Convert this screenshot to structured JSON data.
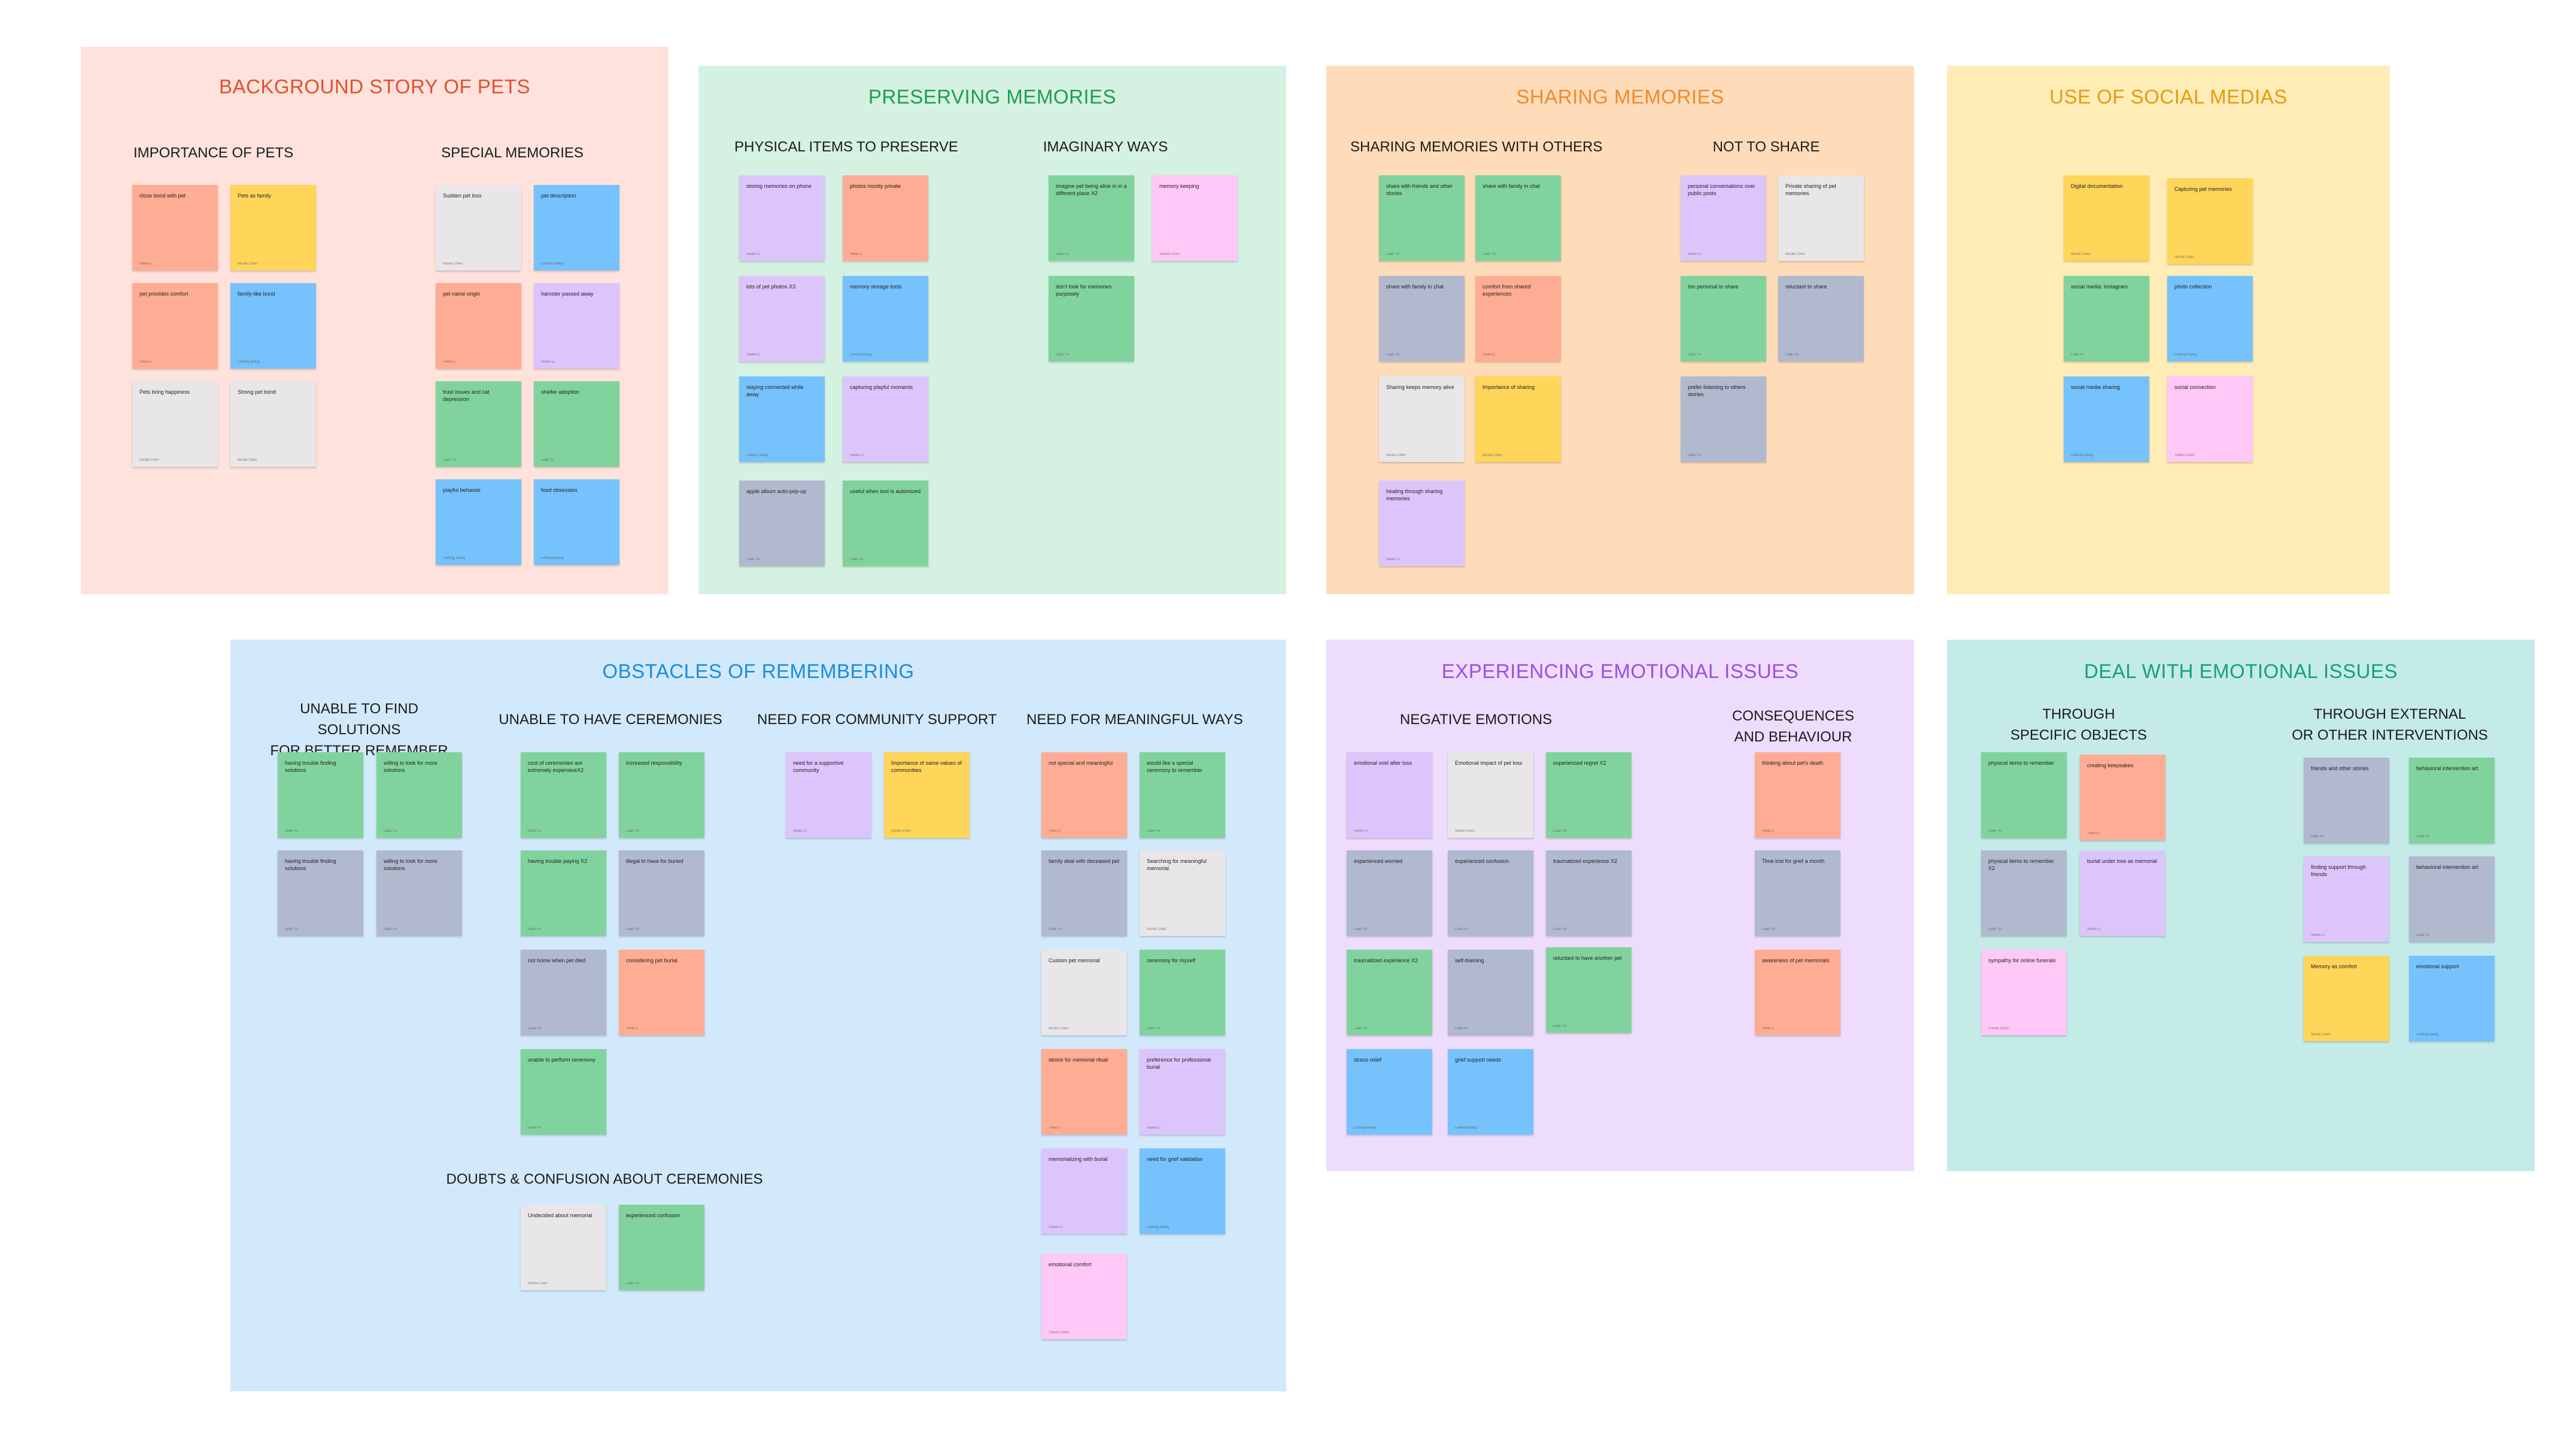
{
  "sections": [
    {
      "id": "background",
      "title": "BACKGROUND STORY OF PETS",
      "bg": "#ffe2dc",
      "title_color": "#e2502d",
      "headers": [
        "IMPORTANCE OF PETS",
        "SPECIAL MEMORIES"
      ],
      "notes": [
        {
          "text": "close bond with pet",
          "author": "Yiwei Li",
          "color": "salmon"
        },
        {
          "text": "Pets as family",
          "author": "Nicole Chen",
          "color": "yellow"
        },
        {
          "text": "pet provides comfort",
          "author": "Yiwei Li",
          "color": "salmon"
        },
        {
          "text": "family-like bond",
          "author": "Linfeng Wang",
          "color": "blue"
        },
        {
          "text": "Pets bring happiness",
          "author": "Nicole Chen",
          "color": "gray"
        },
        {
          "text": "Strong pet bond",
          "author": "Nicole Chen",
          "color": "gray"
        },
        {
          "text": "Sudden pet loss",
          "author": "Nicole Chen",
          "color": "gray"
        },
        {
          "text": "pet description",
          "author": "Linfeng Wang",
          "color": "blue"
        },
        {
          "text": "pet name origin",
          "author": "Yiwei Li",
          "color": "salmon"
        },
        {
          "text": "hamster passed away",
          "author": "Siwen Li",
          "color": "lilac"
        },
        {
          "text": "trust issues and cat depression",
          "author": "Leah Yu",
          "color": "green"
        },
        {
          "text": "shelter adoption",
          "author": "Leah Yu",
          "color": "green"
        },
        {
          "text": "playful behavior",
          "author": "Linfeng Wang",
          "color": "blue"
        },
        {
          "text": "food obsession",
          "author": "Linfeng Wang",
          "color": "blue"
        }
      ]
    },
    {
      "id": "preserving",
      "title": "PRESERVING MEMORIES",
      "bg": "#d5f1e1",
      "title_color": "#1f9d50",
      "headers": [
        "PHYSICAL ITEMS TO PRESERVE",
        "IMAGINARY WAYS"
      ],
      "notes": [
        {
          "text": "storing memories on phone",
          "author": "Siwen Li",
          "color": "lilac"
        },
        {
          "text": "photos mostly private",
          "author": "Yiwei Li",
          "color": "salmon"
        },
        {
          "text": "lots of pet photos X3",
          "author": "Siwen Li",
          "color": "lilac"
        },
        {
          "text": "memory storage tools",
          "author": "Linfeng Wang",
          "color": "blue"
        },
        {
          "text": "staying connected while away",
          "author": "Linfeng Wang",
          "color": "blue"
        },
        {
          "text": "capturing playful moments",
          "author": "Siwen Li",
          "color": "lilac"
        },
        {
          "text": "apple album auto-pop-up",
          "author": "Leah Yu",
          "color": "slate"
        },
        {
          "text": "useful when tool is automized",
          "author": "Leah Yu",
          "color": "green"
        },
        {
          "text": "imagine pet being alive in in a different place X2",
          "author": "Leah Yu",
          "color": "green"
        },
        {
          "text": "memory keeping",
          "author": "Yuwen Chen",
          "color": "pink"
        },
        {
          "text": "don't look for memories purposely",
          "author": "Leah Yu",
          "color": "green"
        }
      ]
    },
    {
      "id": "sharing",
      "title": "SHARING MEMORIES",
      "bg": "#ffdcb9",
      "title_color": "#ef8a2e",
      "headers": [
        "SHARING MEMORIES WITH OTHERS",
        "NOT TO SHARE"
      ],
      "notes": [
        {
          "text": "share with friends and other stories",
          "author": "Leah Yu",
          "color": "green"
        },
        {
          "text": "share with family in chat",
          "author": "Leah Yu",
          "color": "green"
        },
        {
          "text": "share with family in chat",
          "author": "Leah Yu",
          "color": "slate"
        },
        {
          "text": "comfort from shared experiences",
          "author": "Yiwei Li",
          "color": "salmon"
        },
        {
          "text": "Sharing keeps memory alive",
          "author": "Nicole Chen",
          "color": "gray"
        },
        {
          "text": "Importance of sharing",
          "author": "Nicole Chen",
          "color": "yellow"
        },
        {
          "text": "healing through sharing memories",
          "author": "Siwen Li",
          "color": "lilac"
        },
        {
          "text": "personal conversations over public posts",
          "author": "Siwen Li",
          "color": "lilac"
        },
        {
          "text": "Private sharing of pet memories",
          "author": "Nicole Chen",
          "color": "gray"
        },
        {
          "text": "too personal to share",
          "author": "Leah Yu",
          "color": "green"
        },
        {
          "text": "reluctant to share",
          "author": "Leah Yu",
          "color": "slate"
        },
        {
          "text": "prefer listening to others stories",
          "author": "Leah Yu",
          "color": "slate"
        }
      ]
    },
    {
      "id": "social",
      "title": "USE OF SOCIAL MEDIAS",
      "bg": "#ffecb6",
      "title_color": "#e59b12",
      "headers": [],
      "notes": [
        {
          "text": "Digital documentation",
          "author": "Nicole Chen",
          "color": "yellow"
        },
        {
          "text": "Capturing pet memories",
          "author": "Nicole Chen",
          "color": "yellow"
        },
        {
          "text": "social media: Instagram",
          "author": "Leah Yu",
          "color": "green"
        },
        {
          "text": "photo collection",
          "author": "Linfeng Wang",
          "color": "blue"
        },
        {
          "text": "social media sharing",
          "author": "Linfeng Wang",
          "color": "blue"
        },
        {
          "text": "social connection",
          "author": "Yuwen Chen",
          "color": "pink"
        }
      ]
    },
    {
      "id": "obstacles",
      "title": "OBSTACLES OF REMEMBERING",
      "bg": "#d2e9fb",
      "title_color": "#1a8ce1",
      "headers": [
        "UNABLE TO FIND SOLUTIONS\nFOR BETTER REMEMBER",
        "UNABLE TO HAVE CEREMONIES",
        "NEED FOR COMMUNITY SUPPORT",
        "NEED FOR MEANINGFUL WAYS",
        "DOUBTS & CONFUSION ABOUT CEREMONIES"
      ],
      "notes": [
        {
          "text": "having trouble finding solutions",
          "author": "Leah Yu",
          "color": "green"
        },
        {
          "text": "willing to look for more solutions",
          "author": "Leah Yu",
          "color": "green"
        },
        {
          "text": "having trouble finding solutions",
          "author": "Leah Yu",
          "color": "slate"
        },
        {
          "text": "willing to look for more solutions",
          "author": "Leah Yu",
          "color": "slate"
        },
        {
          "text": "cost of ceremonies are extremely expensiveX2",
          "author": "Leah Yu",
          "color": "green"
        },
        {
          "text": "increased responsibility",
          "author": "Leah Yu",
          "color": "green"
        },
        {
          "text": "having trouble paying X2",
          "author": "Leah Yu",
          "color": "green"
        },
        {
          "text": "illegal to have for buried",
          "author": "Leah Yu",
          "color": "slate"
        },
        {
          "text": "not home when pet died",
          "author": "Leah Yu",
          "color": "slate"
        },
        {
          "text": "considering pet burial",
          "author": "Yiwei Li",
          "color": "salmon"
        },
        {
          "text": "unable to perform ceremony",
          "author": "Leah Yu",
          "color": "green"
        },
        {
          "text": "need for a supportive community",
          "author": "Siwen Li",
          "color": "lilac"
        },
        {
          "text": "Importance of same values of communities",
          "author": "Nicole Chen",
          "color": "yellow"
        },
        {
          "text": "not special and meaningful",
          "author": "Yiwei Li",
          "color": "salmon"
        },
        {
          "text": "would like a special ceremony to remember",
          "author": "Leah Yu",
          "color": "green"
        },
        {
          "text": "family deal with deceased pet",
          "author": "Leah Yu",
          "color": "slate"
        },
        {
          "text": "Searching for meaningful memorial",
          "author": "Nicole Chen",
          "color": "gray"
        },
        {
          "text": "Custom pet memorial",
          "author": "Nicole Chen",
          "color": "gray"
        },
        {
          "text": "ceremony for myself",
          "author": "Leah Yu",
          "color": "green"
        },
        {
          "text": "desire for memorial ritual",
          "author": "Yiwei Li",
          "color": "salmon"
        },
        {
          "text": "preference for professional burial",
          "author": "Siwen Li",
          "color": "lilac"
        },
        {
          "text": "memorializing with burial",
          "author": "Siwen Li",
          "color": "lilac"
        },
        {
          "text": "need for grief validation",
          "author": "Linfeng Wang",
          "color": "blue"
        },
        {
          "text": "emotional comfort",
          "author": "Yuwen Chen",
          "color": "pink"
        },
        {
          "text": "Undecided about memorial",
          "author": "Nicole Chen",
          "color": "gray"
        },
        {
          "text": "experienced confusion",
          "author": "Leah Yu",
          "color": "green"
        }
      ]
    },
    {
      "id": "experiencing",
      "title": "EXPERIENCING EMOTIONAL ISSUES",
      "bg": "#eedcfd",
      "title_color": "#9a4fe0",
      "headers": [
        "NEGATIVE EMOTIONS",
        "CONSEQUENCES\nAND BEHAVIOUR"
      ],
      "notes": [
        {
          "text": "emotional void after loss",
          "author": "Siwen Li",
          "color": "lilac"
        },
        {
          "text": "Emotional impact of pet loss",
          "author": "Nicole Chen",
          "color": "gray"
        },
        {
          "text": "experienced regret X2",
          "author": "Leah Yu",
          "color": "green"
        },
        {
          "text": "experienced worried",
          "author": "Leah Yu",
          "color": "slate"
        },
        {
          "text": "experienced confusion",
          "author": "Leah Yu",
          "color": "slate"
        },
        {
          "text": "traumatized experience X2",
          "author": "Leah Yu",
          "color": "slate"
        },
        {
          "text": "traumatized experience X2",
          "author": "Leah Yu",
          "color": "green"
        },
        {
          "text": "self-blaming",
          "author": "Leah Yu",
          "color": "slate"
        },
        {
          "text": "reluctant to have another pet",
          "author": "Leah Yu",
          "color": "green"
        },
        {
          "text": "stress relief",
          "author": "Linfeng Wang",
          "color": "blue"
        },
        {
          "text": "grief support needs",
          "author": "Linfeng Wang",
          "color": "blue"
        },
        {
          "text": "thinking about pet's death",
          "author": "Yiwei Li",
          "color": "salmon"
        },
        {
          "text": "Time lost for grief a month",
          "author": "Leah Yu",
          "color": "slate"
        },
        {
          "text": "awareness of pet memorials",
          "author": "Yiwei Li",
          "color": "salmon"
        }
      ]
    },
    {
      "id": "deal",
      "title": "DEAL WITH EMOTIONAL ISSUES",
      "bg": "#c5ebe9",
      "title_color": "#179f80",
      "headers": [
        "THROUGH\nSPECIFIC OBJECTS",
        "THROUGH EXTERNAL\nOR OTHER INTERVENTIONS"
      ],
      "notes": [
        {
          "text": "physical items to remember",
          "author": "Leah Yu",
          "color": "green"
        },
        {
          "text": "creating keepsakes",
          "author": "Yiwei Li",
          "color": "salmon"
        },
        {
          "text": "physical items to remember X2",
          "author": "Leah Yu",
          "color": "slate"
        },
        {
          "text": "burial under tree as memorial",
          "author": "Siwen Li",
          "color": "lilac"
        },
        {
          "text": "sympathy for online funerals",
          "author": "Yuwen Chen",
          "color": "pink"
        },
        {
          "text": "friends and other stories",
          "author": "Leah Yu",
          "color": "slate"
        },
        {
          "text": "behavioral intervention art",
          "author": "Leah Yu",
          "color": "green"
        },
        {
          "text": "finding support through friends",
          "author": "Siwen Li",
          "color": "lilac"
        },
        {
          "text": "behavioral intervention art",
          "author": "Leah Yu",
          "color": "slate"
        },
        {
          "text": "Memory as comfort",
          "author": "Nicole Chen",
          "color": "yellow"
        },
        {
          "text": "emotional support",
          "author": "Linfeng Wang",
          "color": "blue"
        }
      ]
    }
  ]
}
